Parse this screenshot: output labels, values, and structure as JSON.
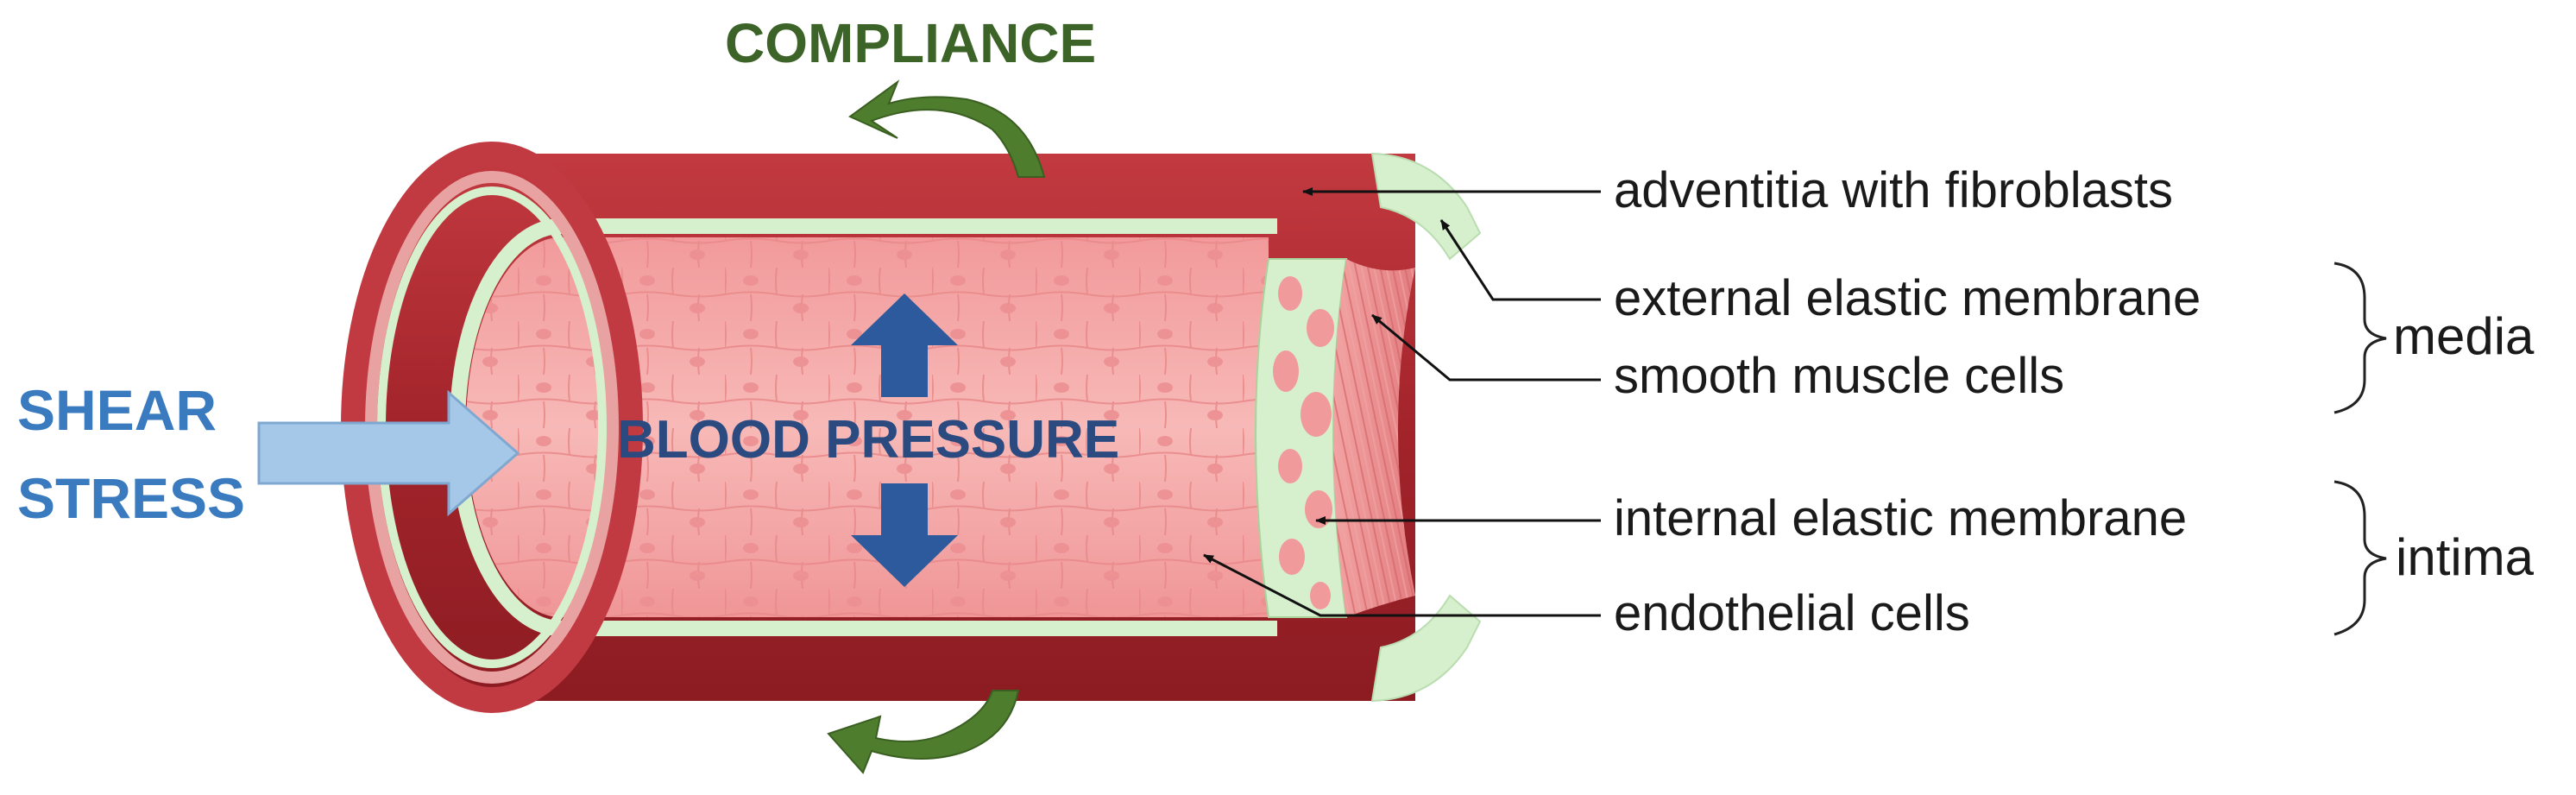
{
  "labels": {
    "compliance": "COMPLIANCE",
    "shear_line1": "SHEAR",
    "shear_line2": "STRESS",
    "blood_pressure": "BLOOD PRESSURE"
  },
  "layers": [
    {
      "id": "adventitia",
      "text": "adventitia with fibroblasts"
    },
    {
      "id": "external-elastic",
      "text": "external elastic membrane"
    },
    {
      "id": "smooth-muscle",
      "text": "smooth muscle cells"
    },
    {
      "id": "internal-elastic",
      "text": "internal elastic membrane"
    },
    {
      "id": "endothelial",
      "text": "endothelial cells"
    }
  ],
  "groups": {
    "media": "media",
    "intima": "intima"
  },
  "colors": {
    "adventitia": "#b02d33",
    "lumen": "#f4a9a8",
    "elastic": "#d6efcc",
    "compliance": "#3d6428",
    "shear": "#3a7bbf",
    "pressure_arrow": "#2c5a9c"
  }
}
